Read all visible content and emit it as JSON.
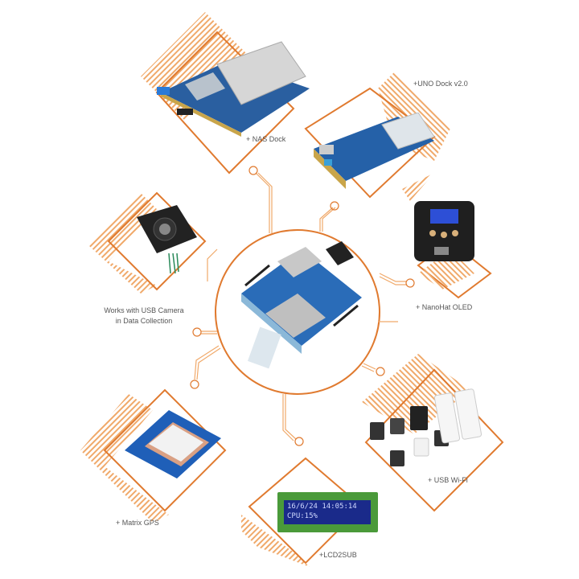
{
  "theme": {
    "accent": "#e07a2f",
    "accent_light": "#f0a96a",
    "pcb_blue": "#1f5fa8",
    "text": "#555555",
    "background": "#ffffff"
  },
  "center": {
    "name": "NanoPi board (core)",
    "icon": "sbc-board-icon"
  },
  "accessories": [
    {
      "id": "nas-dock",
      "label": "+ NAS Dock",
      "icon": "nas-dock-icon"
    },
    {
      "id": "uno-dock",
      "label": "+UNO Dock v2.0",
      "icon": "uno-dock-icon"
    },
    {
      "id": "usb-camera",
      "label_line1": "Works with USB Camera",
      "label_line2": "in Data Collection",
      "icon": "usb-camera-icon"
    },
    {
      "id": "nanohat-oled",
      "label": "+ NanoHat OLED",
      "icon": "oled-enclosure-icon"
    },
    {
      "id": "matrix-gps",
      "label": "+ Matrix GPS",
      "icon": "gps-module-icon"
    },
    {
      "id": "usb-wifi",
      "label": "+ USB Wi-Fi",
      "icon": "usb-wifi-dongles-icon"
    },
    {
      "id": "lcd2usb",
      "label": "+LCD2SUB",
      "icon": "lcd-module-icon",
      "screen_line1": "16/6/24 14:05:14",
      "screen_line2": "CPU:15%"
    }
  ]
}
